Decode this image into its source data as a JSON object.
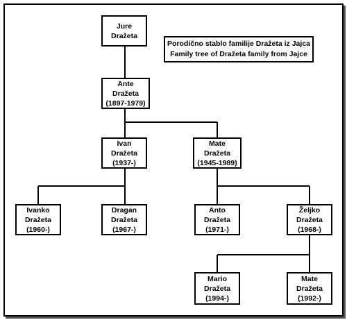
{
  "title": {
    "line1": "Porodično stablo familije Dražeta iz Jajca",
    "line2": "Family tree of Dražeta family from Jajce"
  },
  "people": {
    "jure": {
      "name": "Jure",
      "surname": "Dražeta"
    },
    "ante": {
      "name": "Ante",
      "surname": "Dražeta",
      "years": "(1897-1979)"
    },
    "ivan": {
      "name": "Ivan",
      "surname": "Dražeta",
      "years": "(1937-)"
    },
    "mate_sr": {
      "name": "Mate",
      "surname": "Dražeta",
      "years": "(1945-1989)"
    },
    "ivanko": {
      "name": "Ivanko",
      "surname": "Dražeta",
      "years": "(1960-)"
    },
    "dragan": {
      "name": "Dragan",
      "surname": "Dražeta",
      "years": "(1967-)"
    },
    "anto": {
      "name": "Anto",
      "surname": "Dražeta",
      "years": "(1971-)"
    },
    "zeljko": {
      "name": "Željko",
      "surname": "Dražeta",
      "years": "(1968-)"
    },
    "mario": {
      "name": "Mario",
      "surname": "Dražeta",
      "years": "(1994-)"
    },
    "mate_jr": {
      "name": "Mate",
      "surname": "Dražeta",
      "years": "(1992-)"
    }
  }
}
